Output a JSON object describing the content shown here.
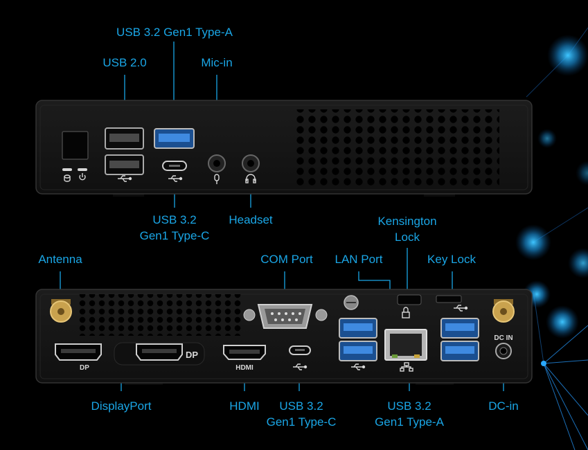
{
  "front_labels": {
    "usb32_typea": "USB 3.2 Gen1 Type-A",
    "usb20": "USB 2.0",
    "mic_in": "Mic-in",
    "usb32_typec_line1": "USB 3.2",
    "usb32_typec_line2": "Gen1 Type-C",
    "headset": "Headset"
  },
  "rear_labels": {
    "kensington_line1": "Kensington",
    "kensington_line2": "Lock",
    "antenna": "Antenna",
    "com_port": "COM Port",
    "lan_port": "LAN Port",
    "key_lock": "Key Lock",
    "displayport": "DisplayPort",
    "hdmi": "HDMI",
    "usb32_typec_line1": "USB 3.2",
    "usb32_typec_line2": "Gen1 Type-C",
    "usb32_typea_line1": "USB 3.2",
    "usb32_typea_line2": "Gen1 Type-A",
    "dc_in": "DC-in"
  },
  "panel_print": {
    "dp_left": "DP",
    "dp_right": "DP",
    "hdmi": "HDMI",
    "dc_in": "DC IN"
  },
  "colors": {
    "background": "#000000",
    "label": "#1aa6e6",
    "chassis": "#141414",
    "usb3_blue": "#2f7fd8"
  },
  "icons": [
    "usb-icon",
    "drive-led-icon",
    "power-icon",
    "microphone-icon",
    "headphone-icon",
    "lock-icon",
    "lan-icon"
  ]
}
